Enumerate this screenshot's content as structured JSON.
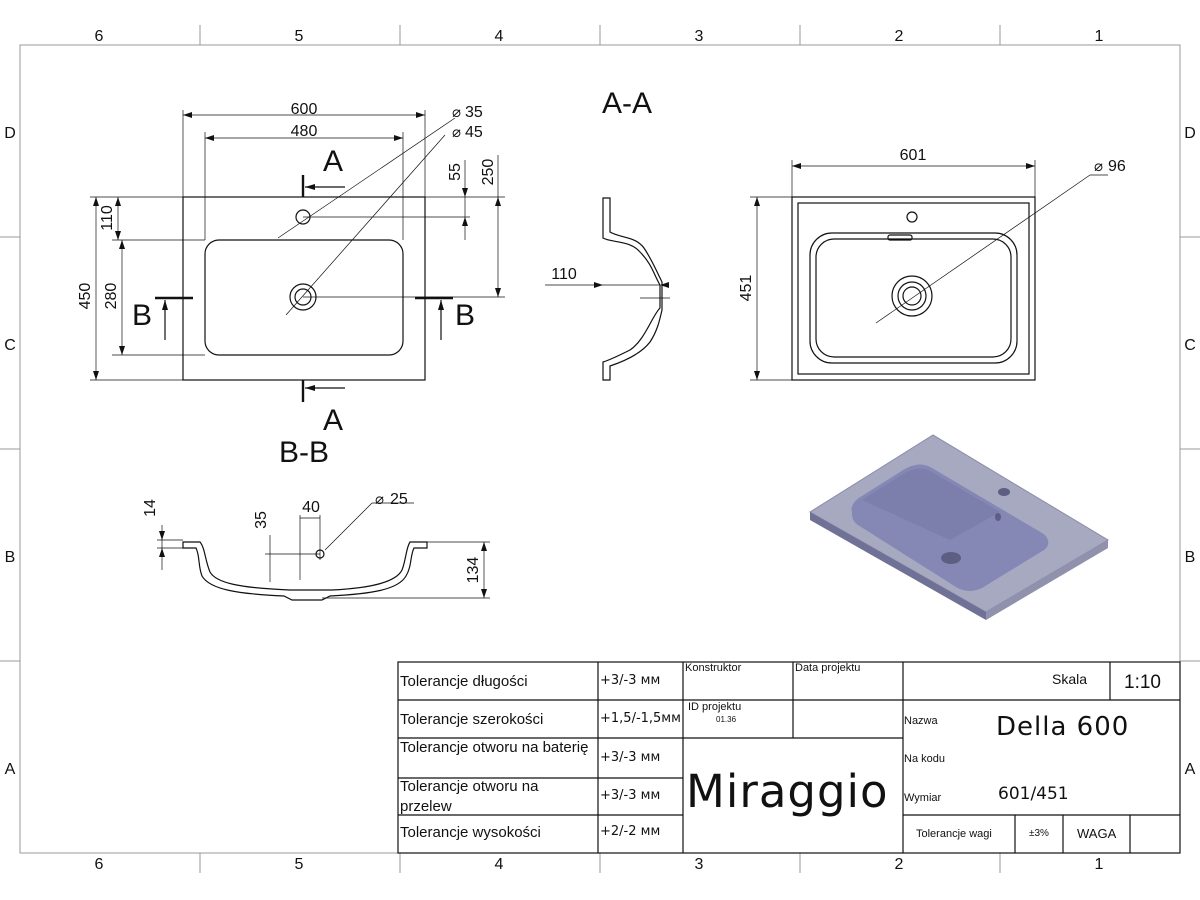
{
  "zones": {
    "columns": [
      "6",
      "5",
      "4",
      "3",
      "2",
      "1"
    ],
    "rows": [
      "D",
      "C",
      "B",
      "A"
    ]
  },
  "views": {
    "section_aa_title": "A-A",
    "section_bb_title": "B-B",
    "cut_a": "A",
    "cut_b": "B",
    "top": {
      "width_outer": "600",
      "width_inner": "480",
      "tap_hole": "35",
      "drain_hole": "45",
      "dim_55": "55",
      "dim_250": "250",
      "dim_110": "110",
      "dim_450": "450",
      "dim_280": "280"
    },
    "side": {
      "dim_110": "110"
    },
    "bottom": {
      "width": "601",
      "height": "451",
      "drain": "96"
    },
    "bb": {
      "dim_14": "14",
      "dim_35": "35",
      "dim_40": "40",
      "hole": "25",
      "dim_134": "134"
    }
  },
  "title_block": {
    "tolerances": [
      {
        "label": "Tolerancje długości",
        "value": "+3/-3 мм"
      },
      {
        "label": "Tolerancje szerokości",
        "value": "+1,5/-1,5мм"
      },
      {
        "label": "Tolerancje otworu na baterię",
        "value": "+3/-3 мм"
      },
      {
        "label": "Tolerancje otworu na przelew",
        "value": "+3/-3 мм"
      },
      {
        "label": "Tolerancje wysokości",
        "value": "+2/-2 мм"
      }
    ],
    "konstruktor_label": "Konstruktor",
    "data_projektu_label": "Data projektu",
    "id_projektu_label": "ID projektu",
    "id_projektu_value": "01.36",
    "company": "Miraggio",
    "skala_label": "Skala",
    "skala_value": "1:10",
    "nazwa_label": "Nazwa",
    "nazwa_value": "Della 600",
    "na_kodu_label": "Na kodu",
    "wymiar_label": "Wymiar",
    "wymiar_value": "601/451",
    "tolerancje_wagi_label": "Tolerancje wagi",
    "tolerancje_wagi_value": "±3%",
    "waga_label": "WAGA"
  },
  "colors": {
    "render_top": "#a7a9c1",
    "render_bowl": "#8587b4",
    "render_side": "#6f7196"
  }
}
